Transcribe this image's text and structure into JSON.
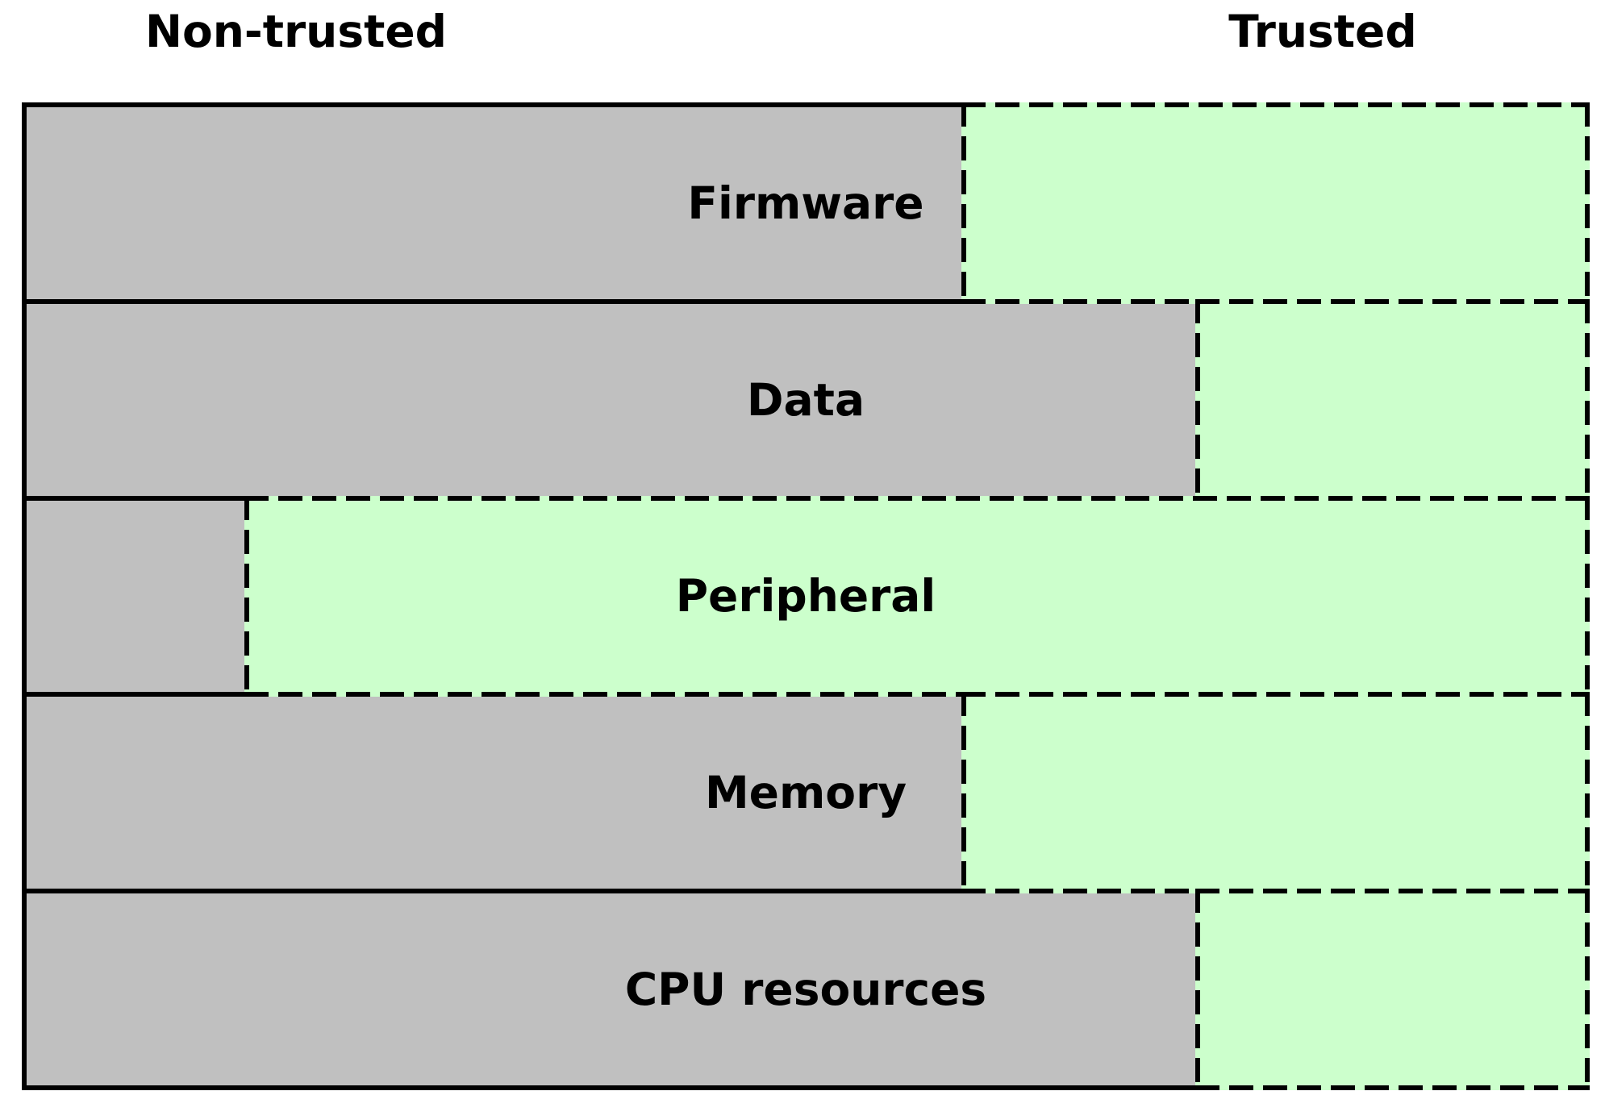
{
  "header": {
    "non_trusted_label": "Non-trusted",
    "trusted_label": "Trusted"
  },
  "rows": [
    {
      "id": "firmware",
      "label": "Firmware",
      "non_trusted_pct": 60,
      "trusted_pct": 40
    },
    {
      "id": "data",
      "label": "Data",
      "non_trusted_pct": 75,
      "trusted_pct": 25
    },
    {
      "id": "peripheral",
      "label": "Peripheral",
      "non_trusted_pct": 14,
      "trusted_pct": 86
    },
    {
      "id": "memory",
      "label": "Memory",
      "non_trusted_pct": 60,
      "trusted_pct": 40
    },
    {
      "id": "cpu-resources",
      "label": "CPU resources",
      "non_trusted_pct": 75,
      "trusted_pct": 25
    }
  ],
  "colors": {
    "non_trusted_fill": "#c0c0c0",
    "trusted_fill": "#ccffcc",
    "border": "#000000",
    "text": "#000000"
  }
}
